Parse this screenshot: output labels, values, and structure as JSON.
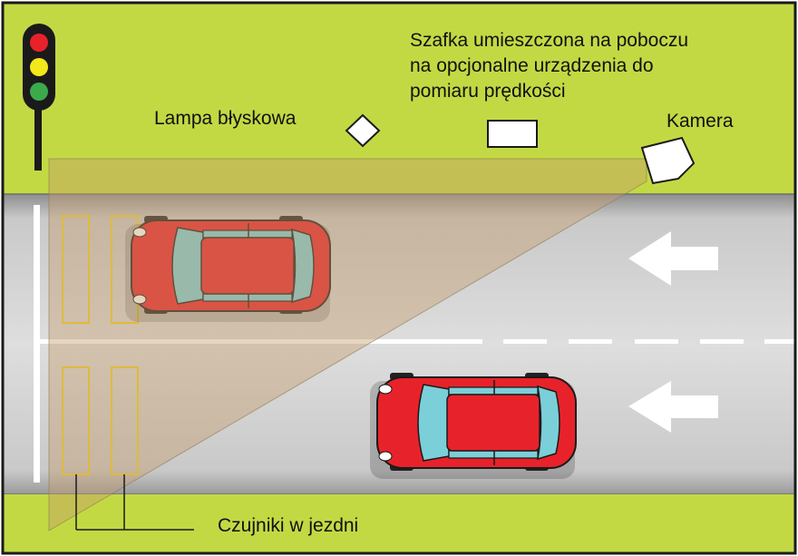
{
  "labels": {
    "cabinet": "Szafka umieszczona na poboczu\nna opcjonalne urządzenia do\npomiaru prędkości",
    "flash": "Lampa błyskowa",
    "camera": "Kamera",
    "sensors": "Czujniki w jezdni"
  },
  "colors": {
    "verge": "#C3D944",
    "road": "#C8C8C8",
    "car_body": "#E8222A",
    "car_glass": "#7BCFD9",
    "sensor_loop": "#F2D21A",
    "camera_field": "#C8A07A",
    "traffic_red": "#E8222A",
    "traffic_yellow": "#F4E81A",
    "traffic_green": "#3BAA4A"
  },
  "traffic_light": {
    "lamps": [
      "red",
      "yellow",
      "green"
    ]
  },
  "icons": [
    "traffic-light-icon",
    "flash-lamp-icon",
    "roadside-cabinet-icon",
    "camera-icon",
    "direction-arrow-icon",
    "car-icon"
  ]
}
